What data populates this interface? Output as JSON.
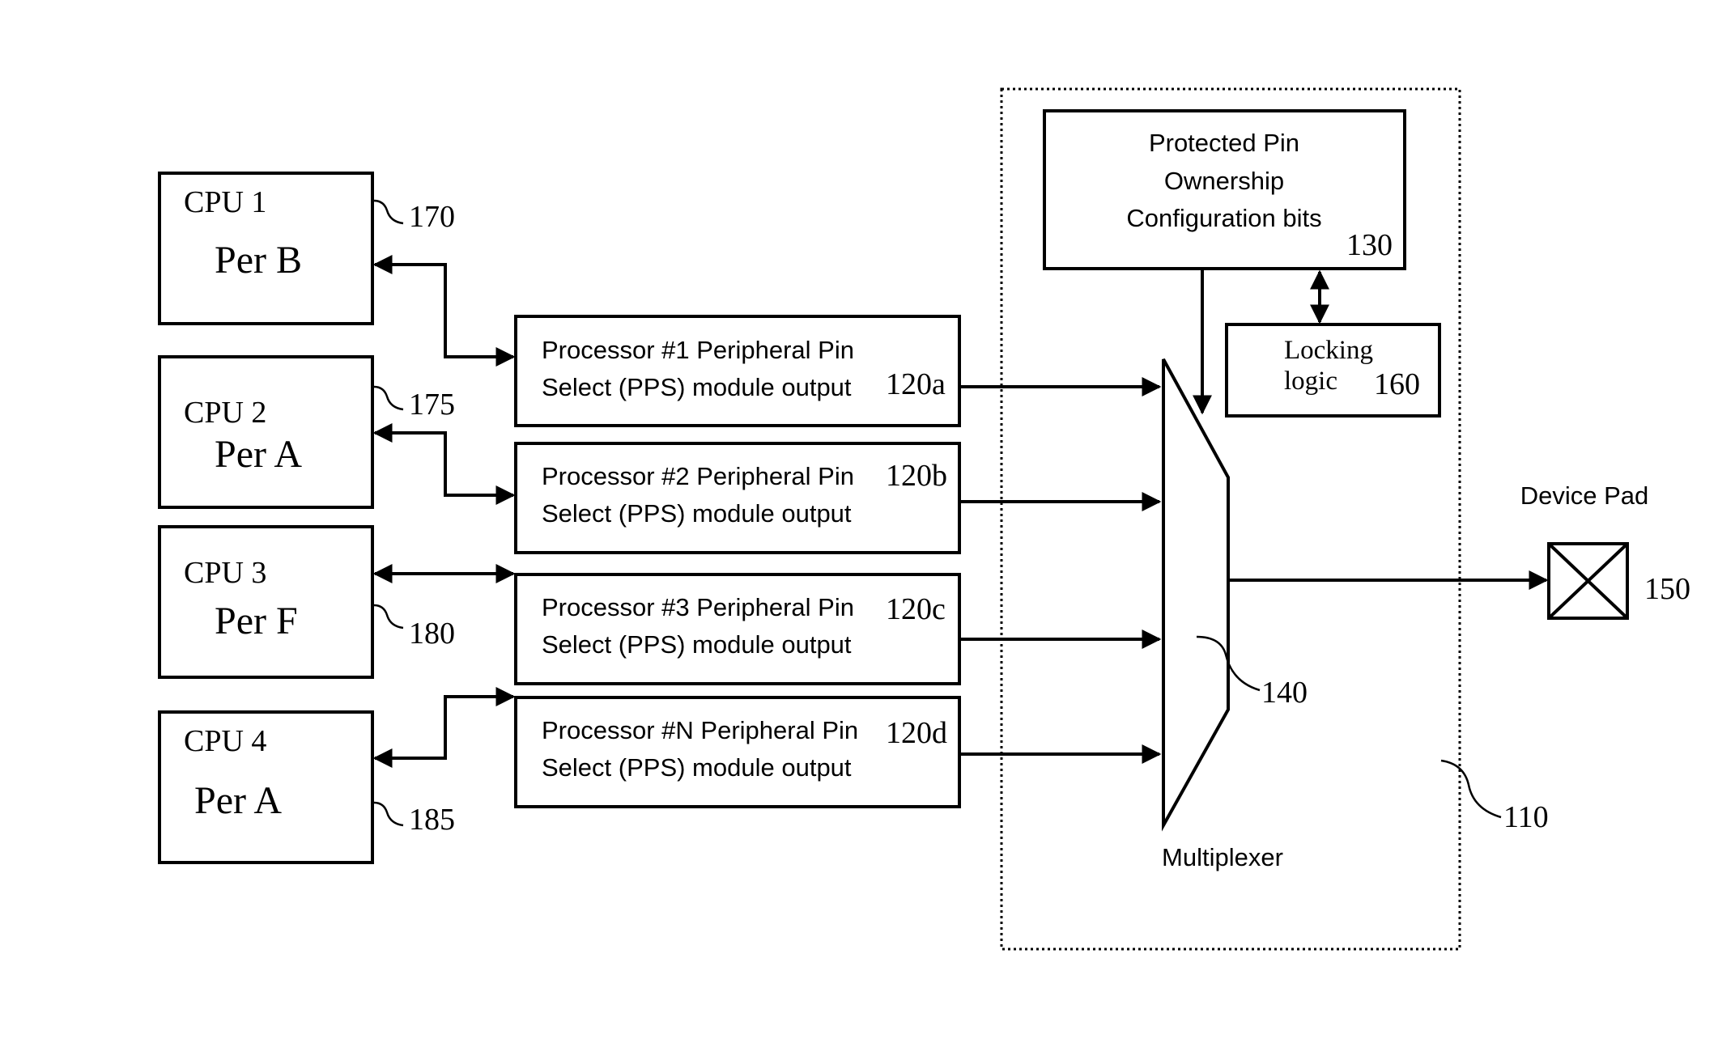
{
  "cpus": [
    {
      "title": "CPU 1",
      "peripheral": "Per B",
      "ref": "170"
    },
    {
      "title": "CPU 2",
      "peripheral": "Per A",
      "ref": "175"
    },
    {
      "title": "CPU 3",
      "peripheral": "Per F",
      "ref": "180"
    },
    {
      "title": "CPU 4",
      "peripheral": "Per A",
      "ref": "185"
    }
  ],
  "pps": [
    {
      "line1": "Processor #1 Peripheral Pin",
      "line2": "Select (PPS) module output",
      "ref": "120a"
    },
    {
      "line1": "Processor #2 Peripheral Pin",
      "line2": "Select (PPS) module output",
      "ref": "120b"
    },
    {
      "line1": "Processor #3 Peripheral Pin",
      "line2": "Select (PPS) module output",
      "ref": "120c"
    },
    {
      "line1": "Processor #N Peripheral Pin",
      "line2": "Select (PPS) module output",
      "ref": "120d"
    }
  ],
  "config": {
    "line1": "Protected Pin",
    "line2": "Ownership",
    "line3": "Configuration bits",
    "ref": "130"
  },
  "locking": {
    "line1": "Locking",
    "line2": "logic",
    "ref": "160"
  },
  "mux": {
    "label": "Multiplexer",
    "ref": "140"
  },
  "pad": {
    "label": "Device Pad",
    "ref": "150"
  },
  "boundary": {
    "ref": "110"
  }
}
